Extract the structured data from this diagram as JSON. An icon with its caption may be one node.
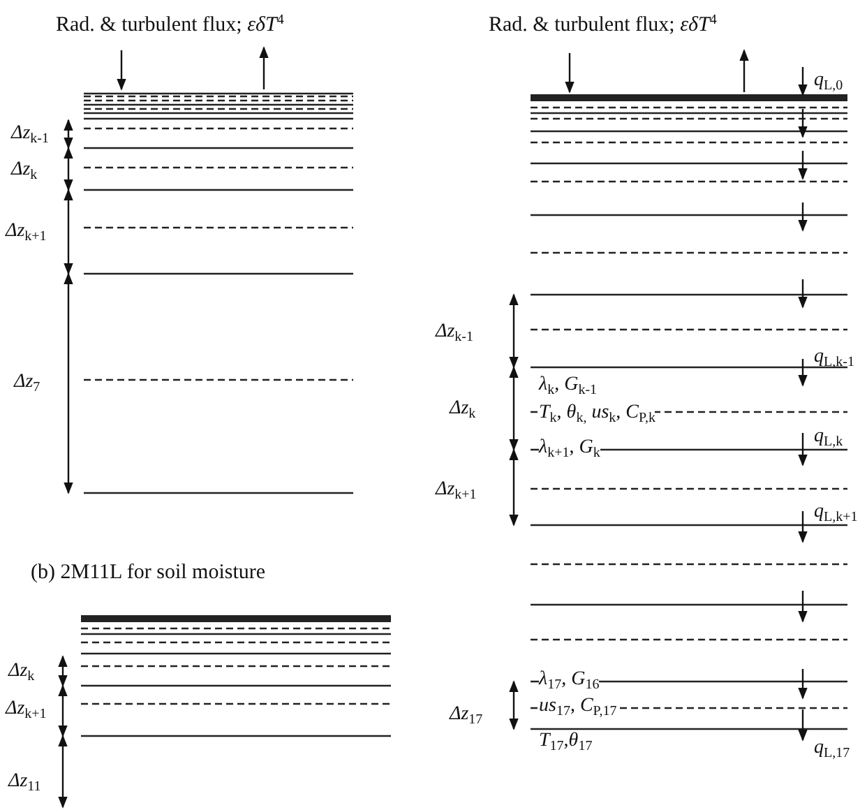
{
  "diagram": {
    "labels": [
      "Rad. & turbulent flux; *εδT*$^{4}$",
      "Rad. & turbulent flux; *εδT*$^{4}$",
      "*q*$_{L,0}$",
      "*Δz*$_{k-1}$",
      "*Δz*$_{k}$",
      "*Δz*$_{k+1}$",
      "*Δz*$_{7}$",
      "*Δz*$_{k-1}$",
      "*q*$_{L,k-1}$",
      "*λ*$_{k}$, *G*$_{k-1}$",
      "*Δz*$_{k}$",
      "*T*$_{k}$, *θ*$_{k,}$ *us*$_{k}$, *C*$_{P,k}$",
      "*q*$_{L,k}$",
      "*λ*$_{k+1}$, *G*$_{k}$",
      "*Δz*$_{k+1}$",
      "*q*$_{L,k+1}$",
      "(b) 2M11L for soil moisture",
      "*Δz*$_{k}$",
      "*Δz*$_{k+1}$",
      "*Δz*$_{11}$",
      "*λ*$_{17}$, *G*$_{16}$",
      "*us*$_{17}$, *C*$_{P,17}$",
      "*Δz*$_{17}$",
      "*T*$_{17}$,*θ*$_{17}$",
      "*q*$_{L,17}$"
    ]
  }
}
